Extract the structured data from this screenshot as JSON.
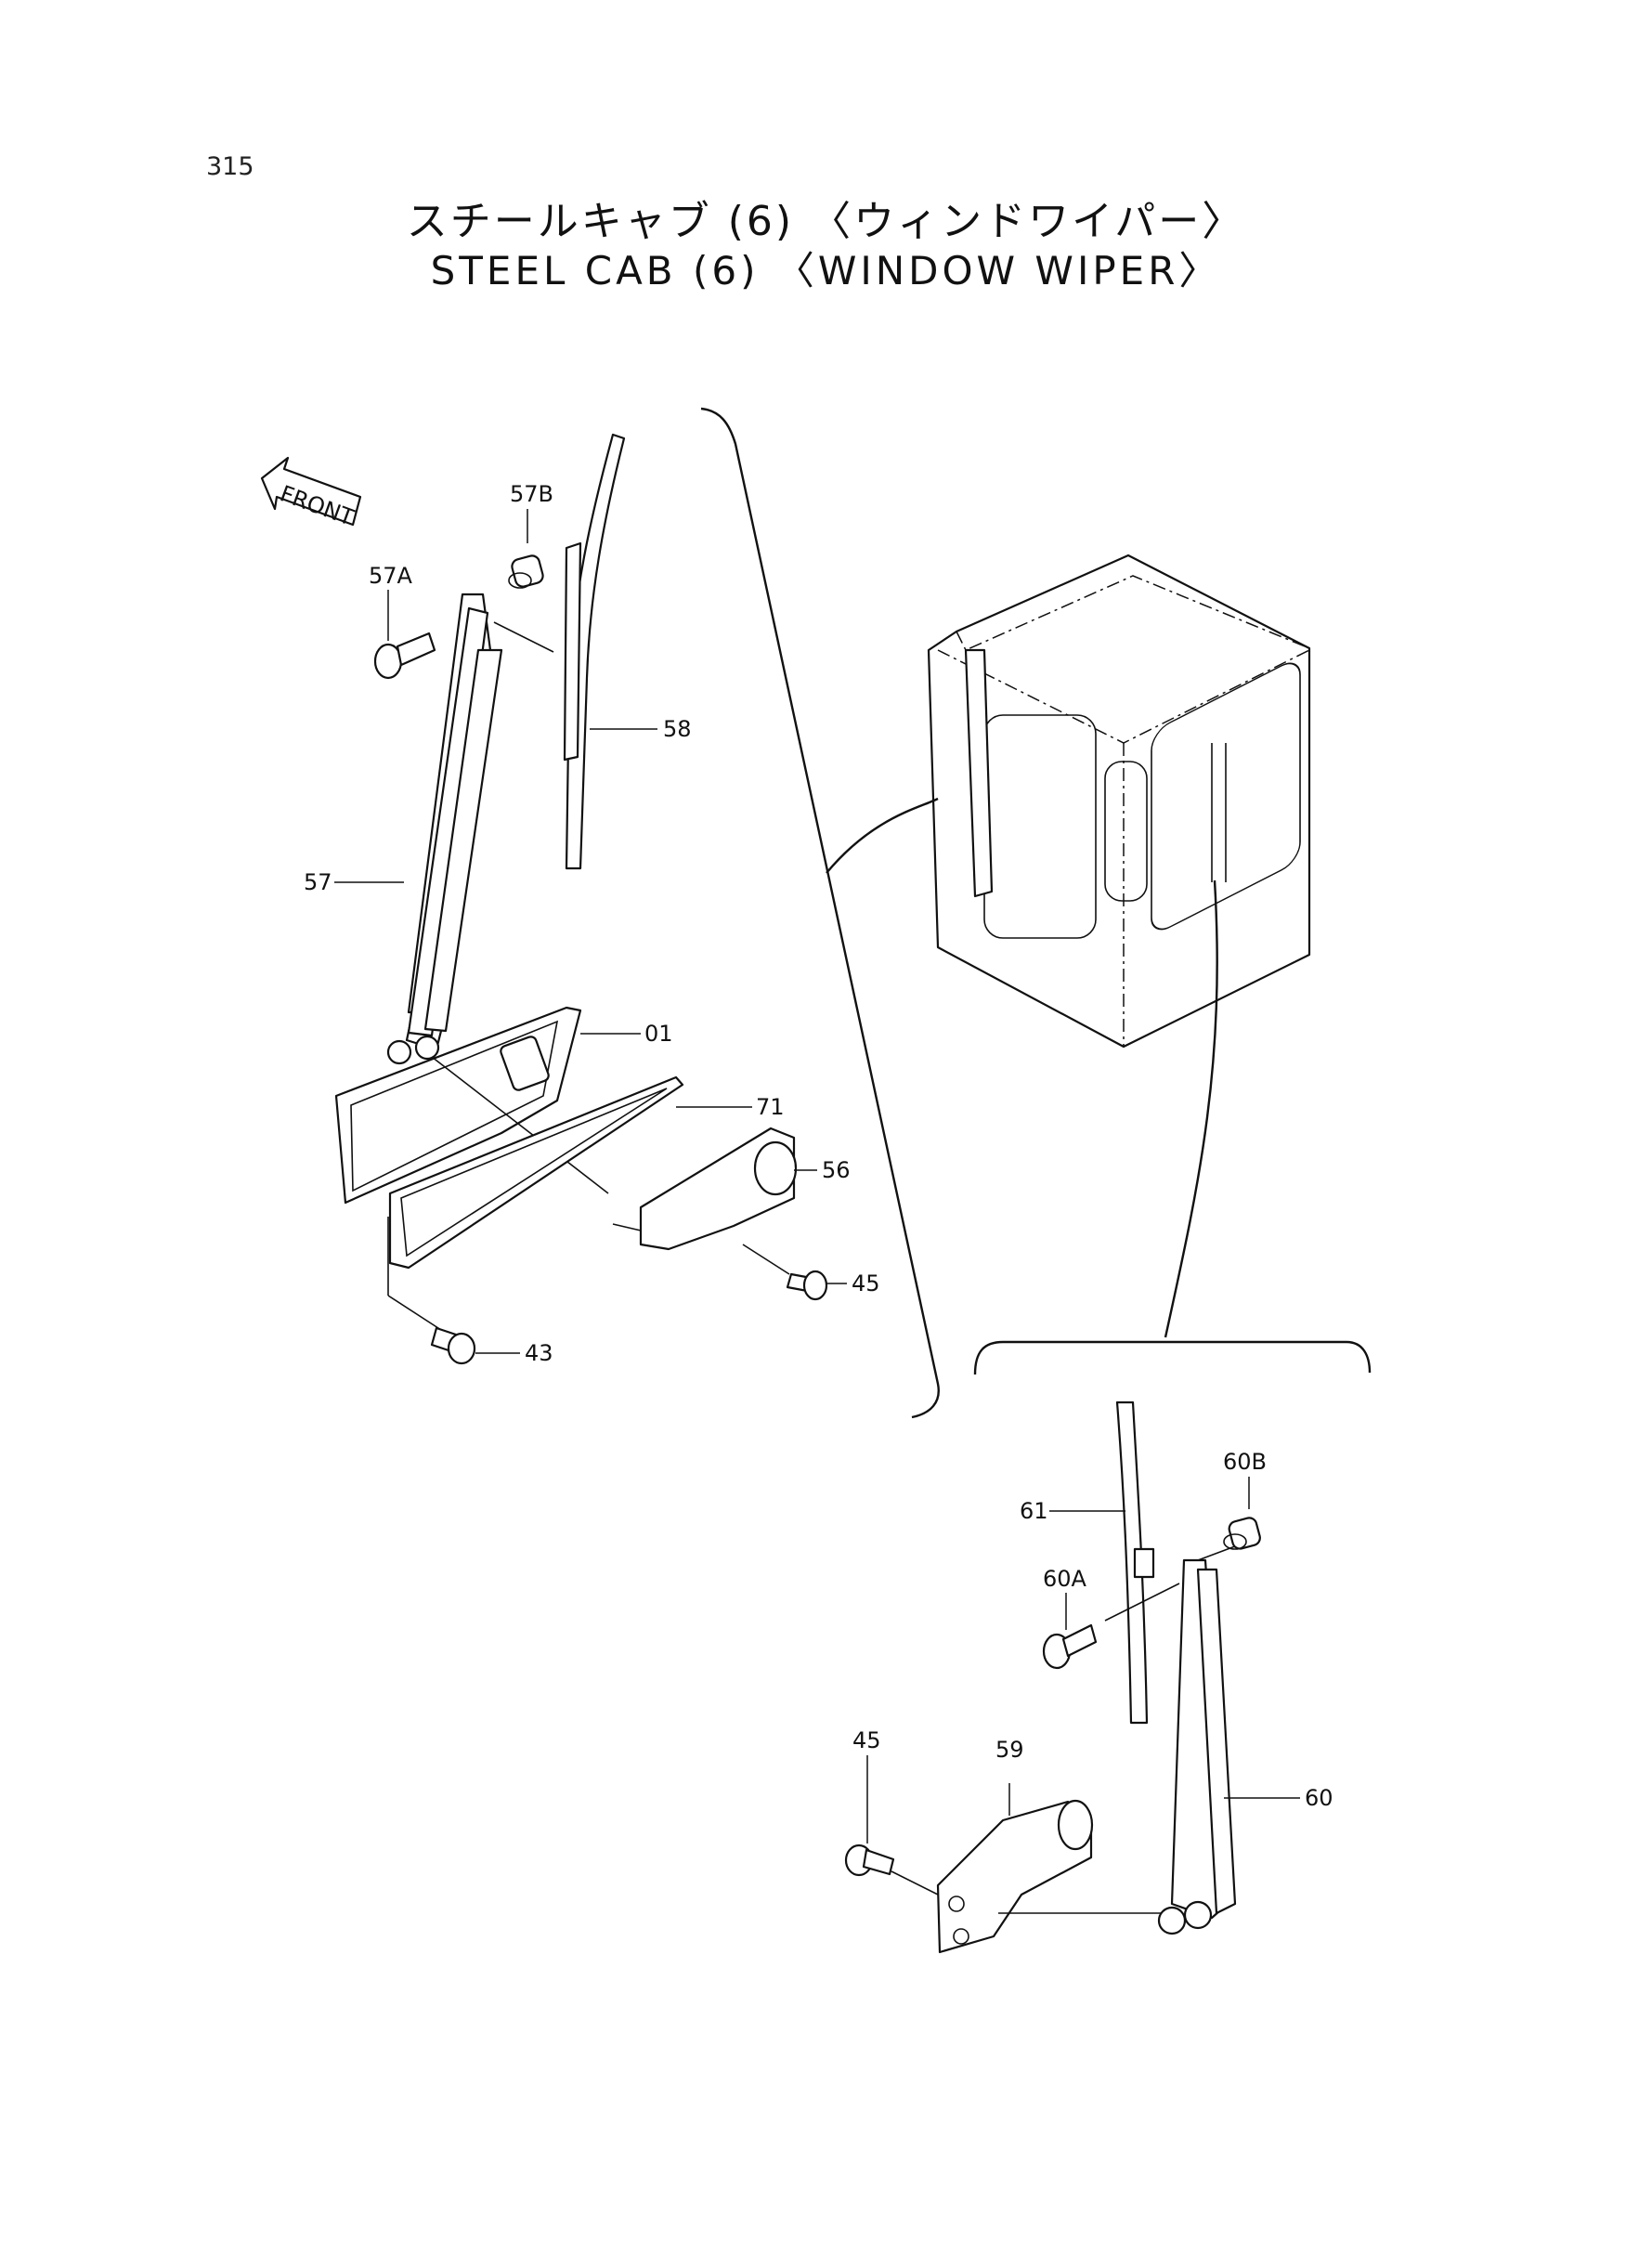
{
  "page_number": "315",
  "title_jp": "スチールキャブ (6) 〈ウィンドワイパー〉",
  "title_en": "STEEL CAB (6) 〈WINDOW WIPER〉",
  "front_label": "FRONT",
  "part_labels": {
    "p57B": "57B",
    "p57A": "57A",
    "p58": "58",
    "p57": "57",
    "p01": "01",
    "p71": "71",
    "p56": "56",
    "p45_upper": "45",
    "p43": "43",
    "p60B": "60B",
    "p61": "61",
    "p60A": "60A",
    "p45_lower": "45",
    "p59": "59",
    "p60": "60"
  }
}
